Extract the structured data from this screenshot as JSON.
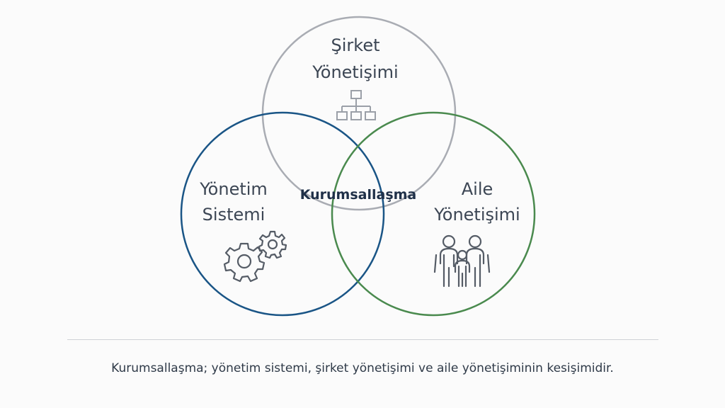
{
  "diagram": {
    "center_label": "Kurumsallaşma",
    "circles": {
      "corporate": {
        "line1": "Şirket",
        "line2": "Yönetişimi",
        "icon": "org-chart-icon",
        "color": "#a9acb3"
      },
      "management": {
        "line1": "Yönetim",
        "line2": "Sistemi",
        "icon": "gears-icon",
        "color": "#1a5586"
      },
      "family": {
        "line1": "Aile",
        "line2": "Yönetişimi",
        "icon": "family-icon",
        "color": "#4a8a4e"
      }
    }
  },
  "caption": "Kurumsallaşma; yönetim sistemi, şirket yönetişimi ve aile yönetişiminin kesişimidir."
}
